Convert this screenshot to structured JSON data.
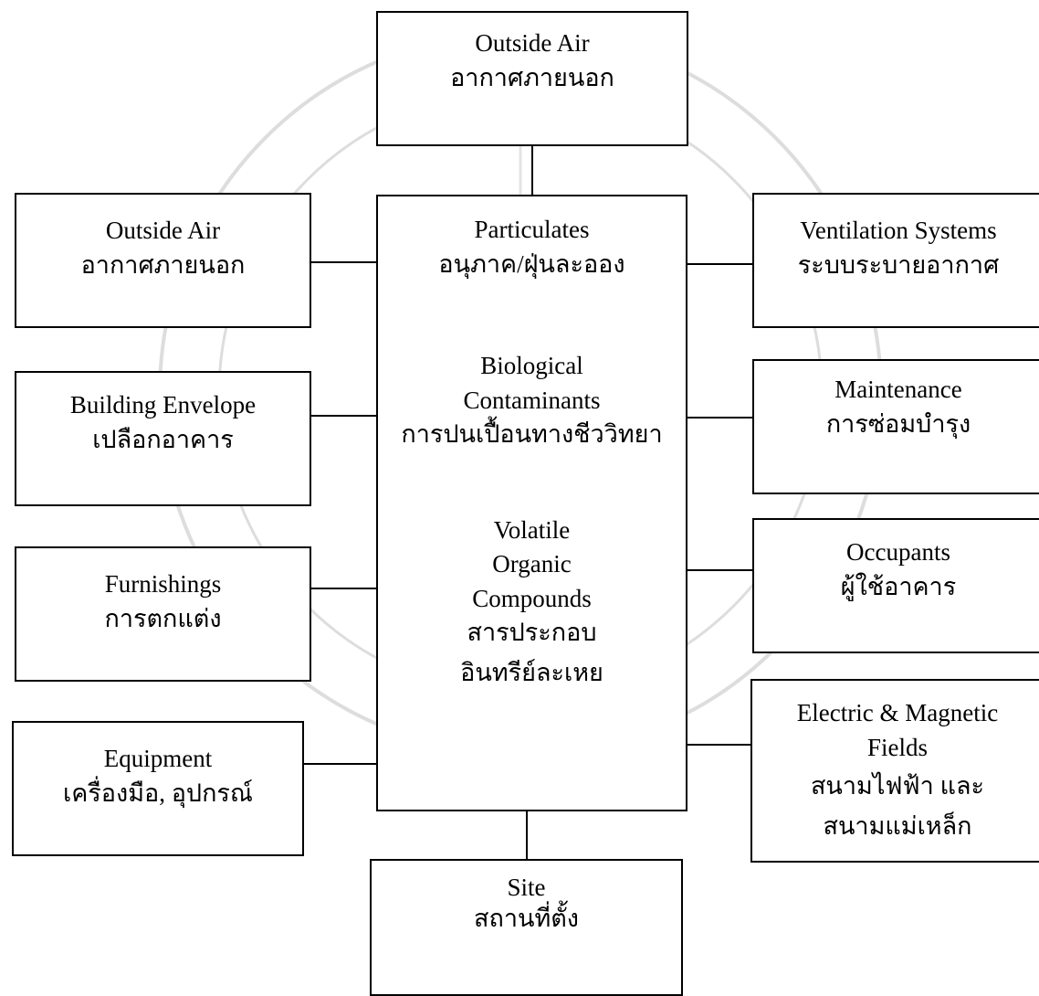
{
  "nodes": {
    "top": {
      "en": "Outside Air",
      "th": "อากาศภายนอก"
    },
    "left1": {
      "en": "Outside Air",
      "th": "อากาศภายนอก"
    },
    "left2": {
      "en": "Building Envelope",
      "th": "เปลือกอาคาร"
    },
    "left3": {
      "en": "Furnishings",
      "th": "การตกแต่ง"
    },
    "left4": {
      "en": "Equipment",
      "th": "เครื่องมือ, อุปกรณ์"
    },
    "center": {
      "lines": [
        "Particulates",
        "อนุภาค/ฝุ่นละออง",
        "",
        "",
        "Biological",
        "Contaminants",
        "การปนเปื้อนทางชีววิทยา",
        "",
        "",
        "Volatile",
        "Organic",
        "Compounds",
        "สารประกอบ",
        "อินทรีย์ละเหย"
      ]
    },
    "right1": {
      "en": "Ventilation Systems",
      "th": "ระบบระบายอากาศ"
    },
    "right2": {
      "en": "Maintenance",
      "th": "การซ่อมบำรุง"
    },
    "right3": {
      "en": "Occupants",
      "th": "ผู้ใช้อาคาร"
    },
    "right4": {
      "lines": [
        "Electric & Magnetic",
        "Fields",
        "สนามไฟฟ้า และ",
        "สนามแม่เหล็ก"
      ]
    },
    "bottom": {
      "en": "Site",
      "th": "สถานที่ตั้ง"
    }
  },
  "colors": {
    "line": "#000000",
    "box_fill": "#ffffff",
    "watermark": "#dddddd"
  }
}
